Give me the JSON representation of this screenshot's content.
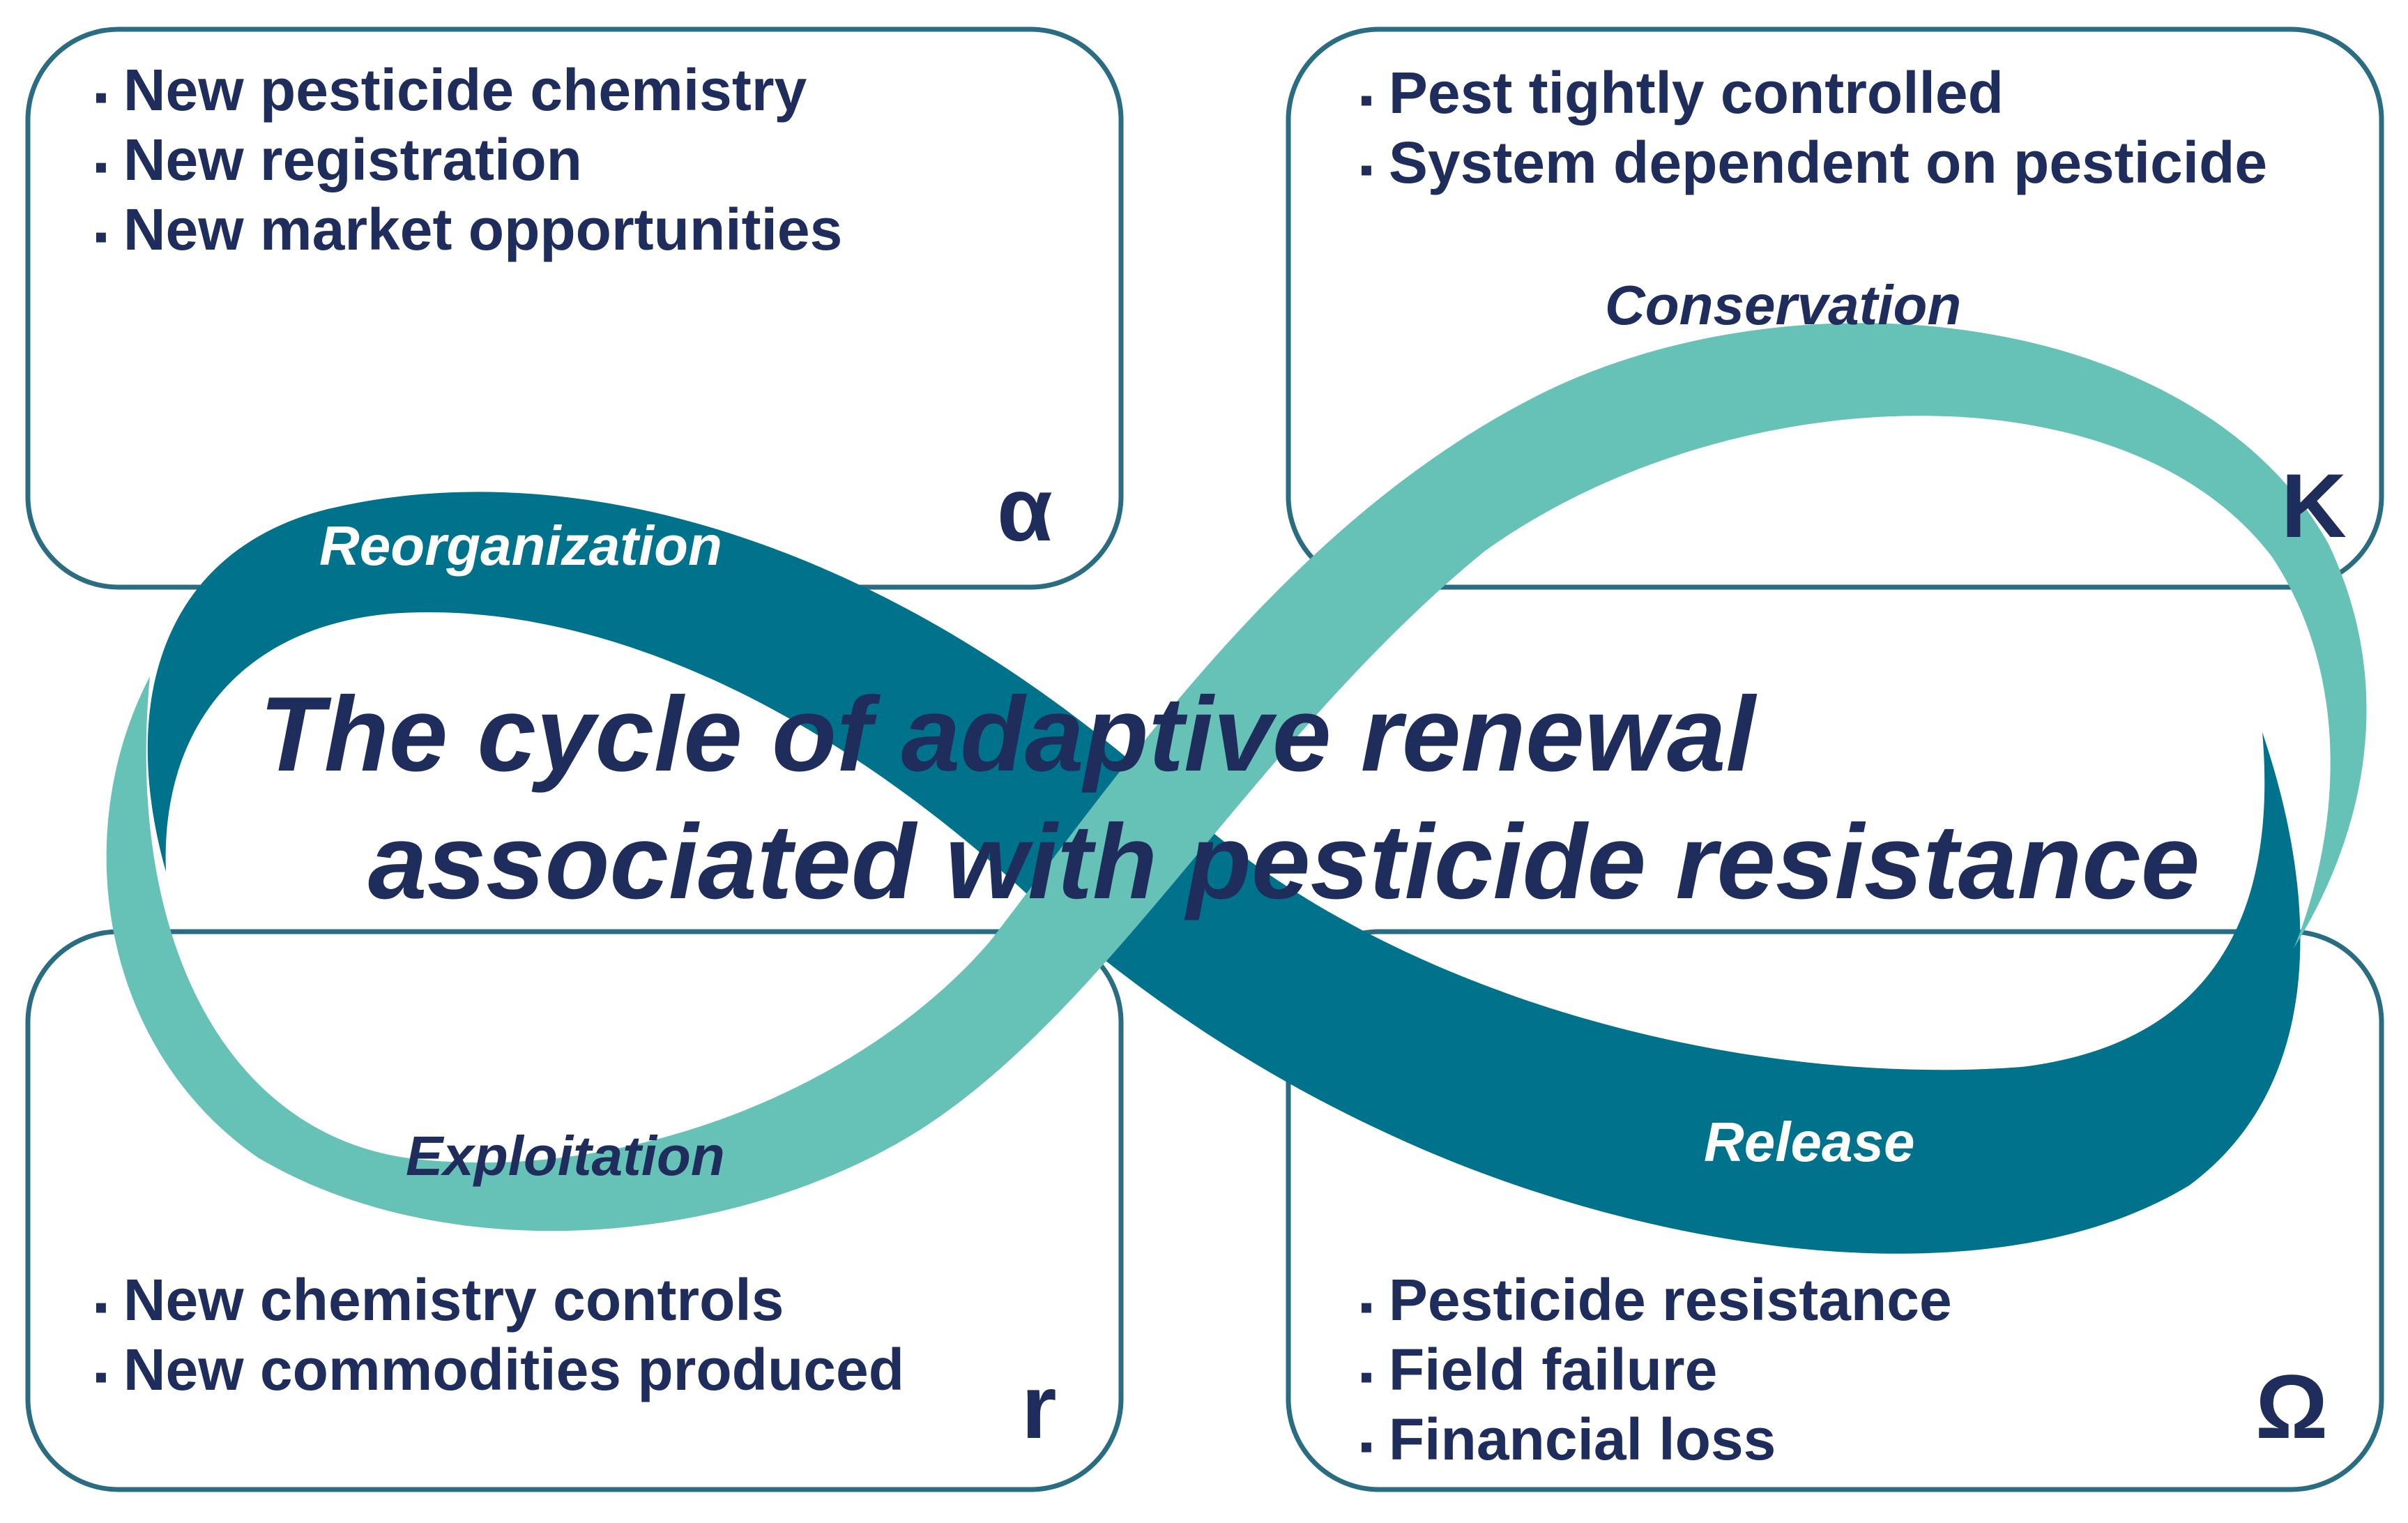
{
  "title": {
    "line1": "The cycle of adaptive renewal",
    "line2": "associated with pesticide resistance"
  },
  "quadrants": {
    "alpha": {
      "symbol": "α",
      "phase": "Reorganization",
      "bullets": [
        "New pesticide chemistry",
        "New registration",
        "New market opportunities"
      ]
    },
    "k": {
      "symbol": "K",
      "phase": "Conservation",
      "bullets": [
        "Pest tightly controlled",
        "System dependent on pesticide"
      ]
    },
    "r": {
      "symbol": "r",
      "phase": "Exploitation",
      "bullets": [
        "New chemistry controls",
        "New commodities produced"
      ]
    },
    "omega": {
      "symbol": "Ω",
      "phase": "Release",
      "bullets": [
        "Pesticide resistance",
        "Field failure",
        "Financial loss"
      ]
    }
  },
  "bullet_marker": "▪",
  "colors": {
    "box_border": "#2a6d83",
    "dark_teal": "#00728c",
    "light_teal": "#66c1b6",
    "navy_text": "#1f2d5c",
    "white_text": "#ffffff"
  }
}
